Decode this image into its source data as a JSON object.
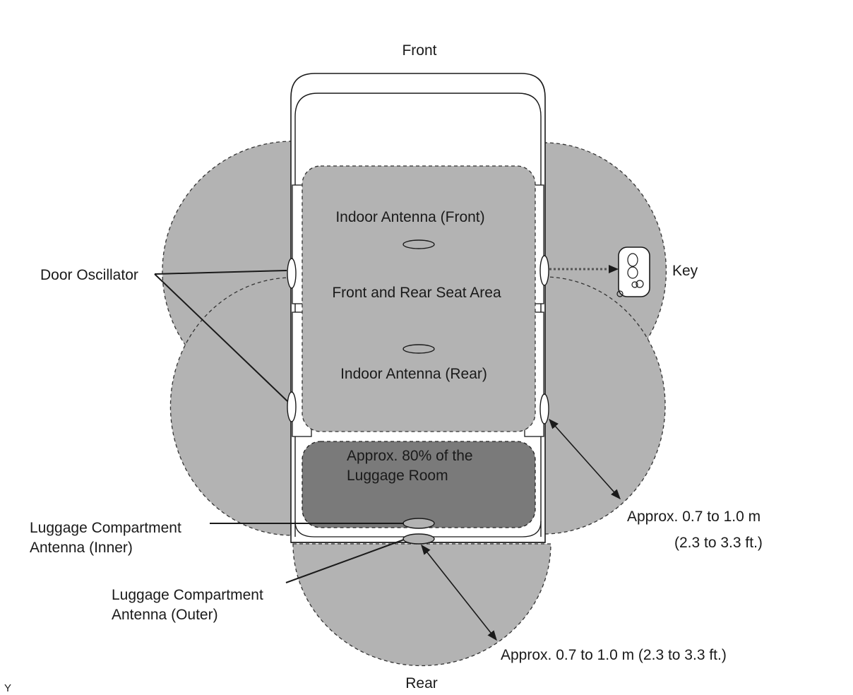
{
  "labels": {
    "front": "Front",
    "rear": "Rear",
    "indoor_front": "Indoor Antenna (Front)",
    "seat_area": "Front and Rear Seat Area",
    "indoor_rear": "Indoor Antenna (Rear)",
    "luggage_room_line1": "Approx. 80% of the",
    "luggage_room_line2": "Luggage Room",
    "door_oscillator": "Door Oscillator",
    "key": "Key",
    "lug_inner_line1": "Luggage Compartment",
    "lug_inner_line2": "Antenna (Inner)",
    "lug_outer_line1": "Luggage Compartment",
    "lug_outer_line2": "Antenna (Outer)",
    "range_side_line1": "Approx. 0.7 to 1.0 m",
    "range_side_line2": "(2.3 to 3.3 ft.)",
    "range_rear": "Approx. 0.7 to 1.0 m  (2.3 to 3.3 ft.)",
    "corner_mark": "Y"
  },
  "colors": {
    "zone_light": "#b3b3b3",
    "zone_dark": "#7a7a7a",
    "outline": "#1a1a1a"
  }
}
